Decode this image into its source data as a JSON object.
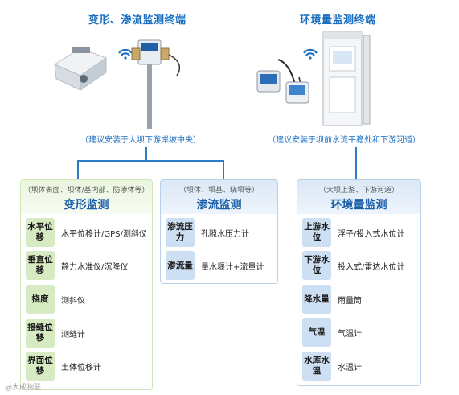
{
  "deformation_terminal": {
    "title": "变形、渗流监测终端",
    "install_note": "（建议安装于大坝下游岸坡中央）"
  },
  "environment_terminal": {
    "title": "环境量监测终端",
    "install_note": "（建议安装于坝前水流平稳处和下游河道）"
  },
  "cards": {
    "deformation": {
      "subtitle": "（坝体表面、坝体/基内部、防渗体等）",
      "title": "变形监测",
      "rows": [
        {
          "tag": "水平位移",
          "value": "水平位移计/GPS/测斜仪"
        },
        {
          "tag": "垂直位移",
          "value": "静力水准仪/沉降仪"
        },
        {
          "tag": "挠度",
          "value": "测斜仪"
        },
        {
          "tag": "接缝位移",
          "value": "测缝计"
        },
        {
          "tag": "界面位移",
          "value": "土体位移计"
        }
      ]
    },
    "seepage": {
      "subtitle": "（坝体、坝基、绕坝等）",
      "title": "渗流监测",
      "rows": [
        {
          "tag": "渗流压力",
          "value": "孔隙水压力计"
        },
        {
          "tag": "渗流量",
          "value": "量水堰计+流量计"
        }
      ]
    },
    "environment": {
      "subtitle": "（大坝上游、下游河道）",
      "title": "环境量监测",
      "rows": [
        {
          "tag": "上游水位",
          "value": "浮子/投入式水位计"
        },
        {
          "tag": "下游水位",
          "value": "投入式/雷达水位计"
        },
        {
          "tag": "降水量",
          "value": "雨量筒"
        },
        {
          "tag": "气温",
          "value": "气温计"
        },
        {
          "tag": "水库水温",
          "value": "水温计"
        }
      ]
    }
  },
  "colors": {
    "accent": "#1a6fc0",
    "line": "#2d79c7",
    "green_tag": "#d6ebc2",
    "blue_tag": "#cddff2"
  },
  "watermark": "@大成物联"
}
